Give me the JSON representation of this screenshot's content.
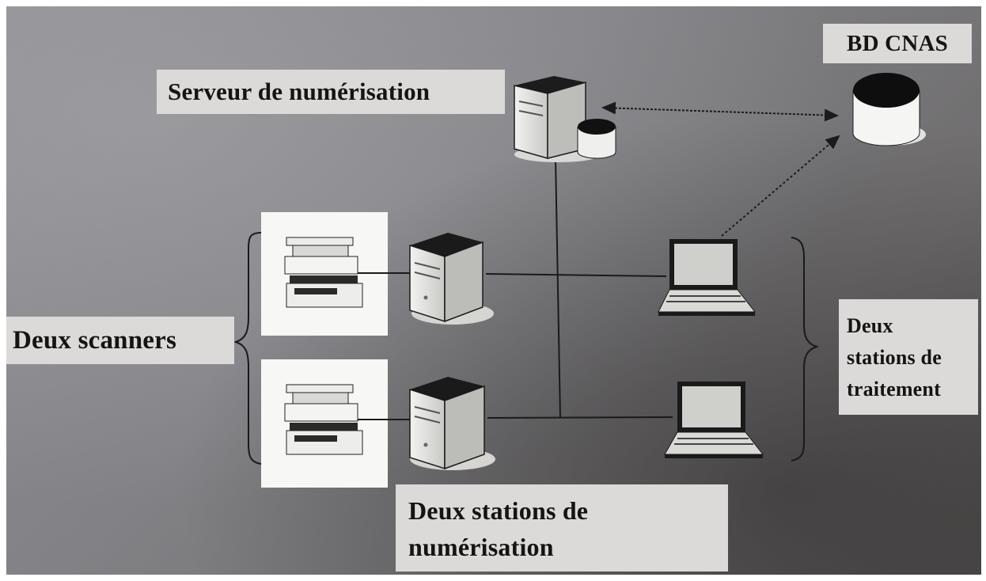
{
  "labels": {
    "serveur": "Serveur de numérisation",
    "bd_cnas": "BD CNAS",
    "scanners": "Deux scanners",
    "traitement_line1": "Deux",
    "traitement_line2": "stations de",
    "traitement_line3": "traitement",
    "numerisation_line1": "Deux stations de",
    "numerisation_line2": "numérisation"
  },
  "icons": {
    "server": "server-tower-icon",
    "database": "database-cylinder-icon",
    "scanner": "scanner-icon",
    "laptop": "laptop-icon",
    "brace": "curly-brace-icon"
  },
  "colors": {
    "label_bg": "#dcdad8",
    "text": "#141414",
    "device_dark": "#1e1e1e",
    "device_light": "#e8e8e6",
    "line": "#1a1a1a"
  }
}
